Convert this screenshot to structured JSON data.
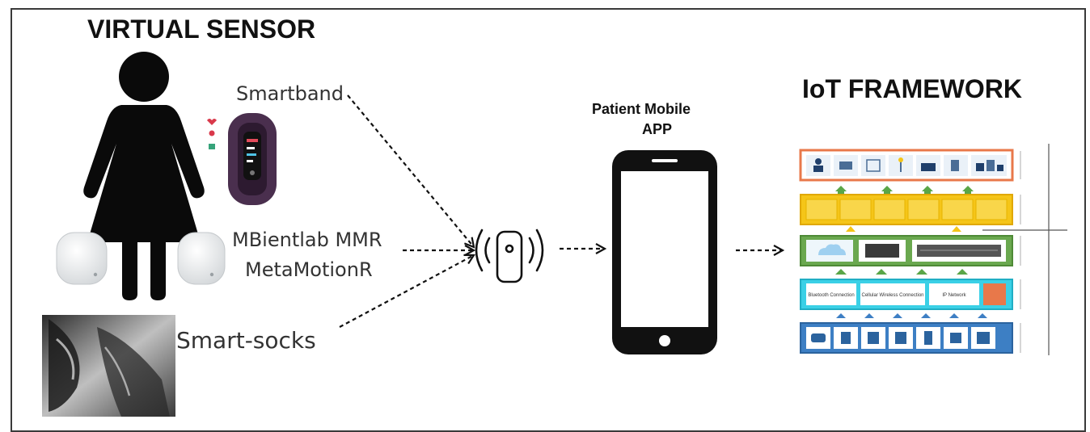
{
  "titles": {
    "virtual_sensor": "VIRTUAL SENSOR",
    "iot_framework": "IoT FRAMEWORK",
    "patient_app_line1": "Patient Mobile",
    "patient_app_line2": "APP"
  },
  "sensors": {
    "smartband": "Smartband",
    "mbientlab_line1": "MBientlab MMR",
    "mbientlab_line2": "MetaMotionR",
    "smart_socks": "Smart-socks"
  },
  "framework_layers": {
    "network_row": [
      "Bluetooth Connection",
      "Cellular Wireless Connection",
      "IP Network"
    ]
  },
  "colors": {
    "usage_layer": "#e8784a",
    "data_layer": "#f5c518",
    "storage_layer": "#6aa84f",
    "network_layer": "#3ad0e6",
    "device_layer": "#3d7fc4",
    "arrow_up": "#5aa648"
  }
}
